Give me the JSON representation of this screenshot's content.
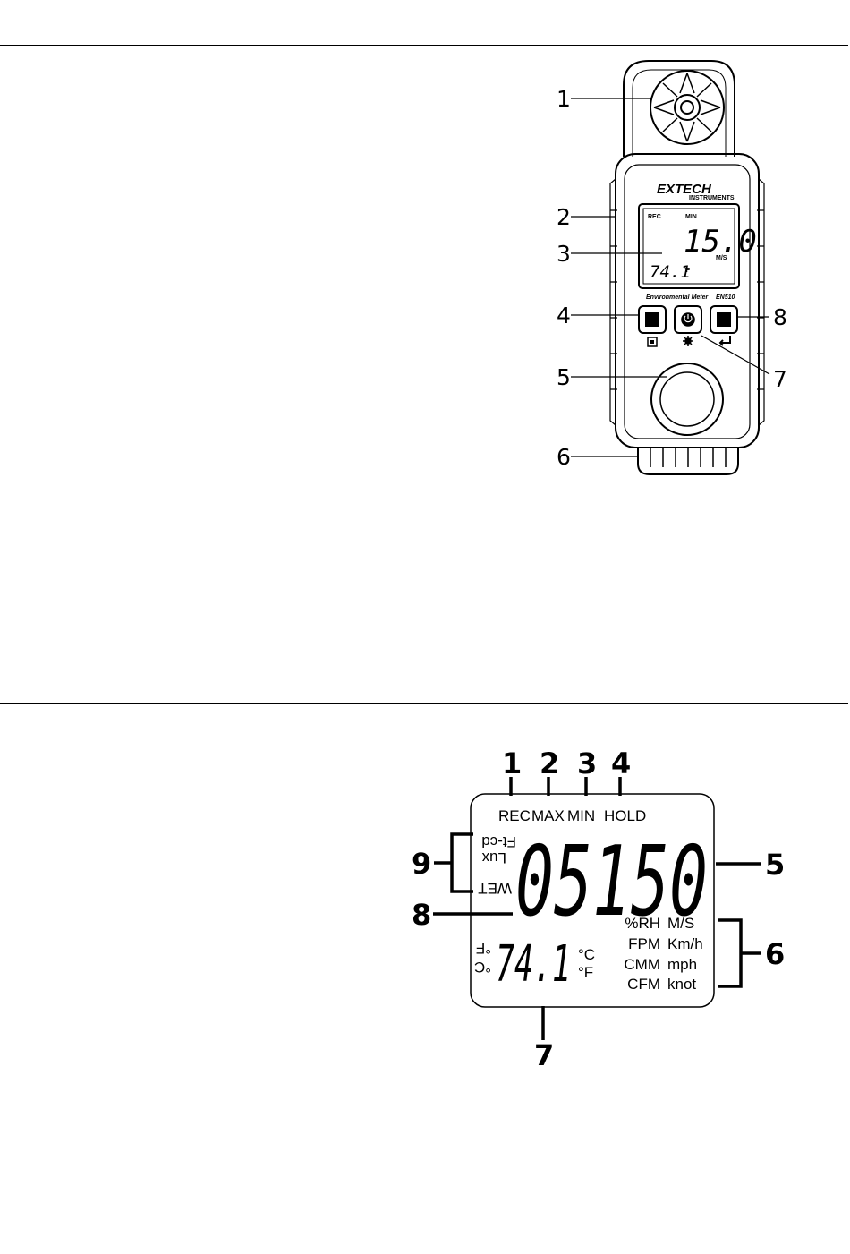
{
  "meter": {
    "brand": "EXTECH",
    "brand_sub": "INSTRUMENTS",
    "model_label": "Environmental Meter",
    "model_number": "EN510",
    "lcd_rec": "REC",
    "lcd_min": "MIN",
    "lcd_main": "15.0",
    "lcd_unit": "M/S",
    "lcd_temp": "74.1",
    "lcd_temp_unit": "°F",
    "callouts": [
      "1",
      "2",
      "3",
      "4",
      "5",
      "6",
      "7",
      "8"
    ]
  },
  "lcd_diagram": {
    "top_labels": [
      "REC",
      "MAX",
      "MIN",
      "HOLD"
    ],
    "left_units_top": [
      "Ft-cd",
      "Lux"
    ],
    "left_unit_bottom": "WET",
    "main_digits": "05150",
    "main_decimal": "15.0",
    "left_small_units": [
      "°F",
      "°C"
    ],
    "secondary_reading": "74.1",
    "temp_units": [
      "°C",
      "°F"
    ],
    "units_left_col": [
      "%RH",
      "FPM",
      "CMM",
      "CFM"
    ],
    "units_right_col": [
      "M/S",
      "Km/h",
      "mph",
      "knot"
    ],
    "callouts": [
      "1",
      "2",
      "3",
      "4",
      "5",
      "6",
      "7",
      "8",
      "9"
    ]
  }
}
